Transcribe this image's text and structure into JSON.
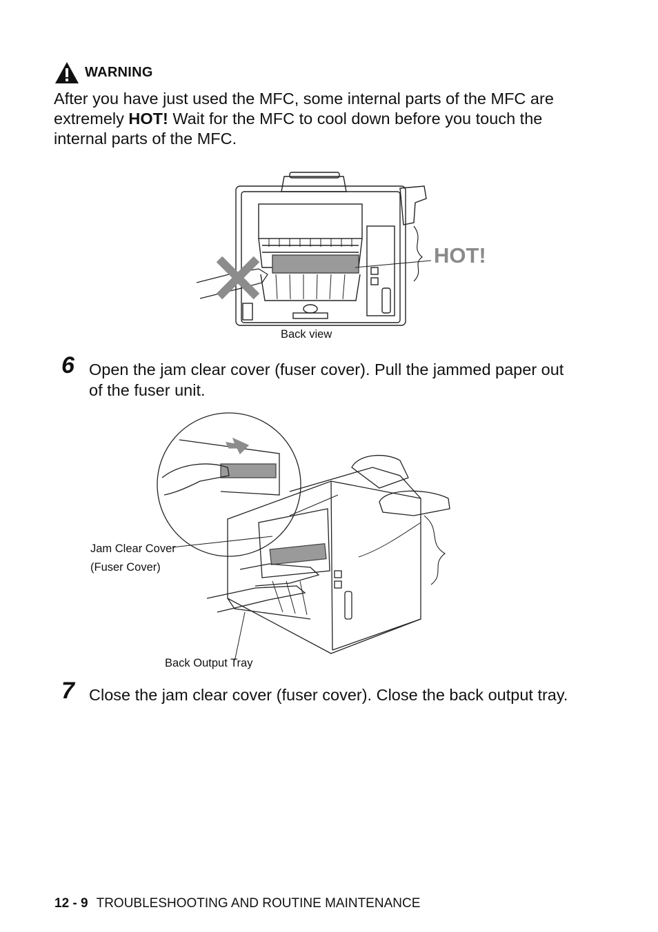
{
  "warning": {
    "title": "WARNING",
    "text_before": "After you have just used the MFC, some internal parts of the MFC are extremely ",
    "hot_emphasis": "HOT!",
    "text_after": " Wait for the MFC to cool down before you touch the internal parts of the MFC."
  },
  "figure1": {
    "hot_label": "HOT!",
    "caption": "Back view"
  },
  "steps": [
    {
      "number": "6",
      "text": "Open the jam clear cover (fuser cover). Pull the jammed paper out of the fuser unit."
    },
    {
      "number": "7",
      "text": "Close the jam clear cover (fuser cover). Close the back output tray."
    }
  ],
  "figure2": {
    "label_cover_line1": "Jam Clear Cover",
    "label_cover_line2": "(Fuser Cover)",
    "label_tray": "Back Output Tray"
  },
  "footer": {
    "page": "12 - 9",
    "section": "TROUBLESHOOTING AND ROUTINE MAINTENANCE"
  },
  "colors": {
    "text": "#111111",
    "hot_gray": "#8a8a8a",
    "x_mark": "#8c8c8c",
    "paper_gray": "#9a9a9a"
  }
}
